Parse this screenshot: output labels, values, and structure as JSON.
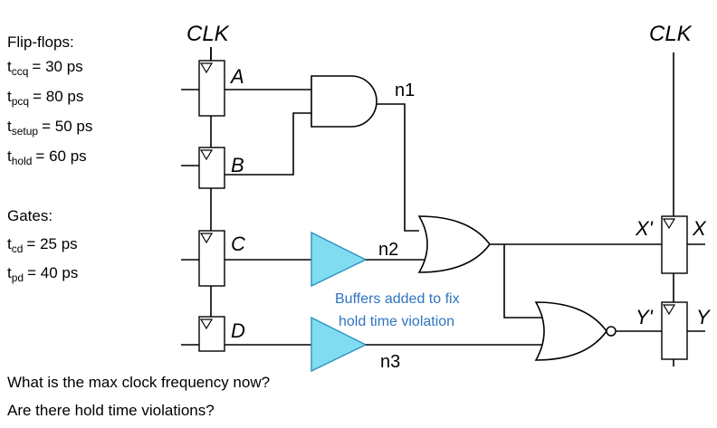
{
  "clk_labels": [
    "CLK",
    "CLK"
  ],
  "ff_spec": {
    "title": "Flip-flops:",
    "lines": [
      {
        "sym": "t",
        "sub": "ccq",
        "val": "= 30 ps"
      },
      {
        "sym": "t",
        "sub": "pcq",
        "val": "= 80 ps"
      },
      {
        "sym": "t",
        "sub": "setup",
        "val": "= 50 ps"
      },
      {
        "sym": "t",
        "sub": "hold",
        "val": "= 60 ps"
      }
    ]
  },
  "gate_spec": {
    "title": "Gates:",
    "lines": [
      {
        "sym": "t",
        "sub": "cd",
        "val": "= 25 ps"
      },
      {
        "sym": "t",
        "sub": "pd",
        "val": "= 40 ps"
      }
    ]
  },
  "ff_labels": {
    "A": "A",
    "B": "B",
    "C": "C",
    "D": "D",
    "Xp": "X'",
    "X": "X",
    "Yp": "Y'",
    "Y": "Y"
  },
  "nets": {
    "n1": "n1",
    "n2": "n2",
    "n3": "n3"
  },
  "annotation": {
    "line1": "Buffers added to fix",
    "line2": "hold time violation"
  },
  "questions": [
    "What is the max clock frequency now?",
    "Are there hold time violations?"
  ],
  "colors": {
    "buffer_fill": "#80ddf1",
    "buffer_stroke": "#2a8fc0",
    "annotation": "#2f74c0"
  }
}
